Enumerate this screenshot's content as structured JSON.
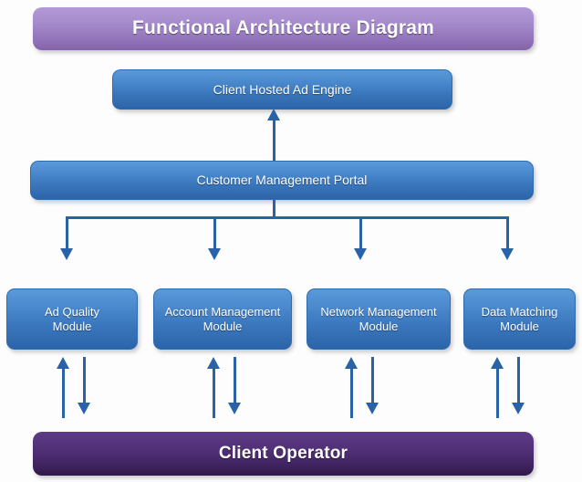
{
  "diagram": {
    "title": "Functional Architecture Diagram",
    "footer": "Client Operator",
    "nodes": {
      "ad_engine": "Client Hosted Ad Engine",
      "portal": "Customer Management Portal"
    },
    "modules": [
      {
        "line1": "Ad Quality",
        "line2": "Module"
      },
      {
        "line1": "Account Management",
        "line2": "Module"
      },
      {
        "line1": "Network Management",
        "line2": "Module"
      },
      {
        "line1": "Data Matching",
        "line2": "Module"
      }
    ],
    "colors": {
      "title_purple_top": "#b398d6",
      "title_purple_bottom": "#8463ab",
      "footer_purple_top": "#5d3a86",
      "footer_purple_bottom": "#31184b",
      "node_blue_top": "#5a9ada",
      "node_blue_bottom": "#2c64a8",
      "connector_blue": "#2a62a8",
      "background": "#fdfdfd"
    }
  }
}
